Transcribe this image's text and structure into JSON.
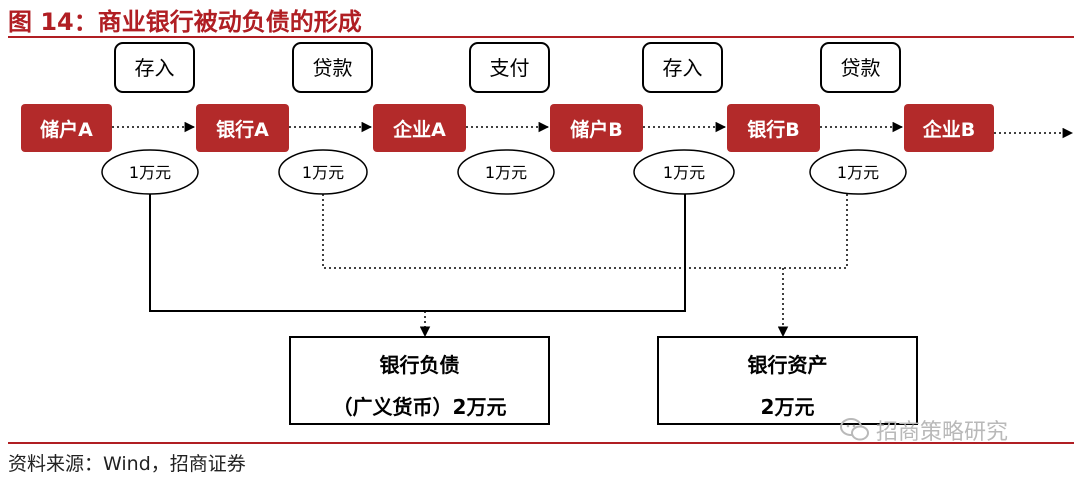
{
  "title": "图 14：商业银行被动负债的形成",
  "actions": [
    "存入",
    "贷款",
    "支付",
    "存入",
    "贷款"
  ],
  "nodes": [
    "储户A",
    "银行A",
    "企业A",
    "储户B",
    "银行B",
    "企业B"
  ],
  "amounts": [
    "1万元",
    "1万元",
    "1万元",
    "1万元",
    "1万元"
  ],
  "results": {
    "liability": {
      "line1": "银行负债",
      "line2": "（广义货币）2万元"
    },
    "asset": {
      "line1": "银行资产",
      "line2": "2万元"
    }
  },
  "source": "资料来源：Wind，招商证券",
  "watermark": "招商策略研究",
  "colors": {
    "accent": "#b01e23",
    "node_fill": "#b32a2a"
  }
}
